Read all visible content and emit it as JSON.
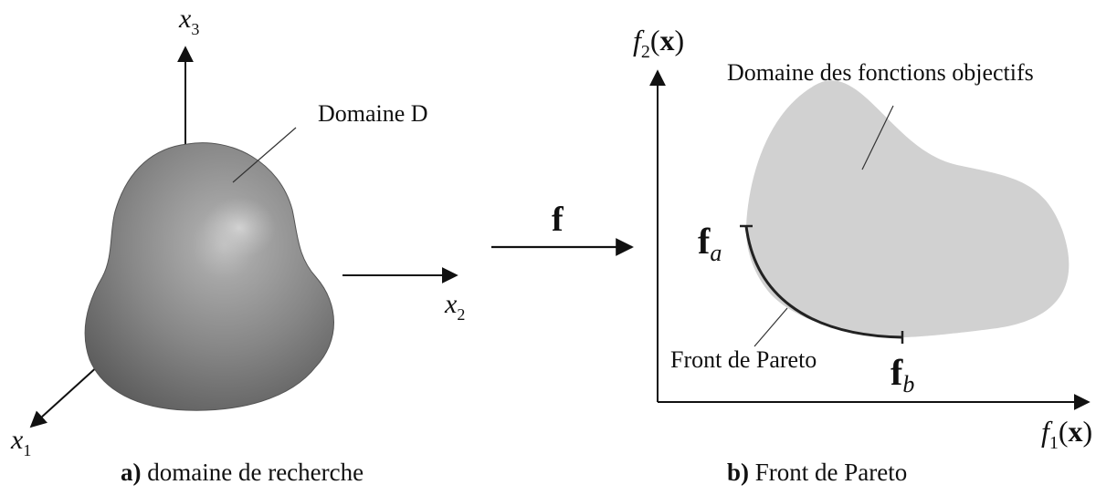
{
  "left_panel": {
    "axis_x1": "x",
    "axis_x1_sub": "1",
    "axis_x2": "x",
    "axis_x2_sub": "2",
    "axis_x3": "x",
    "axis_x3_sub": "3",
    "domain_label": "Domaine D",
    "caption_letter": "a)",
    "caption_text": " domaine de recherche"
  },
  "mapping": {
    "symbol": "f"
  },
  "right_panel": {
    "f2_axis": {
      "f": "f",
      "sub": "2",
      "arg": "(",
      "x": "x",
      "close": ")"
    },
    "f1_axis": {
      "f": "f",
      "sub": "1",
      "arg": "(",
      "x": "x",
      "close": ")"
    },
    "objective_domain_label": "Domaine des fonctions objectifs",
    "pareto_label": "Front de Pareto",
    "fa": {
      "f": "f",
      "sub": "a"
    },
    "fb": {
      "f": "f",
      "sub": "b"
    },
    "caption_letter": "b)",
    "caption_text": " Front de Pareto"
  },
  "colors": {
    "blob_light": "#b3b3b3",
    "blob_dark": "#5e5e5e",
    "objective_region": "#d1d1d1",
    "axes": "#111111"
  }
}
